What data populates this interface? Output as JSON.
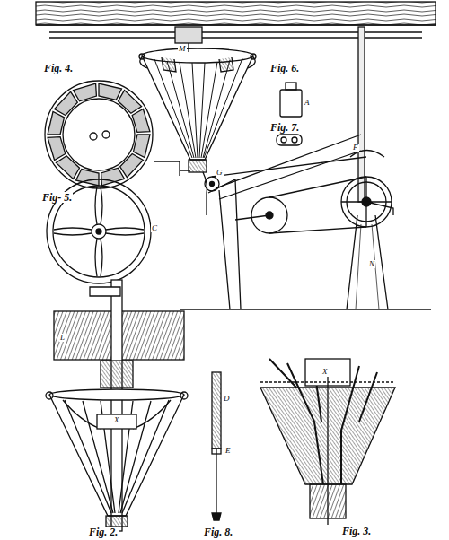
{
  "diagram": {
    "labels": [
      "Fig. 4.",
      "Fig. 6.",
      "Fig. 7.",
      "Fig- 5.",
      "Fig. 2.",
      "Fig. 8.",
      "Fig. 3.",
      "M",
      "N",
      "F",
      "G",
      "A",
      "C",
      "L",
      "X",
      "X",
      "D",
      "E"
    ]
  }
}
